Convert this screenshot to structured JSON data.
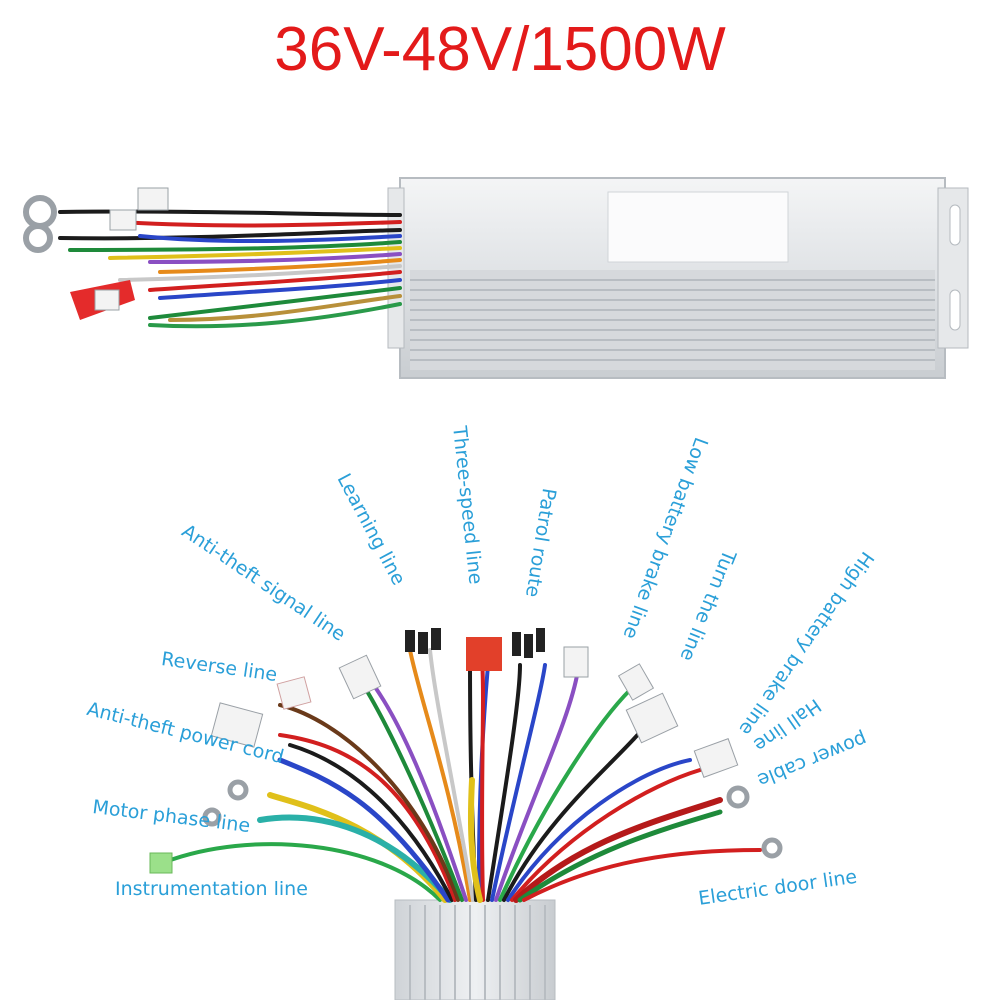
{
  "title": "36V-48V/1500W",
  "colors": {
    "title": "#e31a1a",
    "label": "#2a9fd8",
    "housing": "#d9dcdf"
  },
  "labels": {
    "anti_theft_signal": "Anti-theft signal line",
    "learning": "Learning line",
    "three_speed": "Three-speed line",
    "patrol": "Patrol route",
    "low_battery_brake": "Low battery brake line",
    "turn": "Turn the line",
    "high_battery_brake": "High battery brake line",
    "hall": "Hall line",
    "power": "power cable",
    "reverse": "Reverse line",
    "anti_theft_power": "Anti-theft power cord",
    "motor_phase": "Motor phase line",
    "instrumentation": "Instrumentation line",
    "electric_door": "Electric door line"
  }
}
